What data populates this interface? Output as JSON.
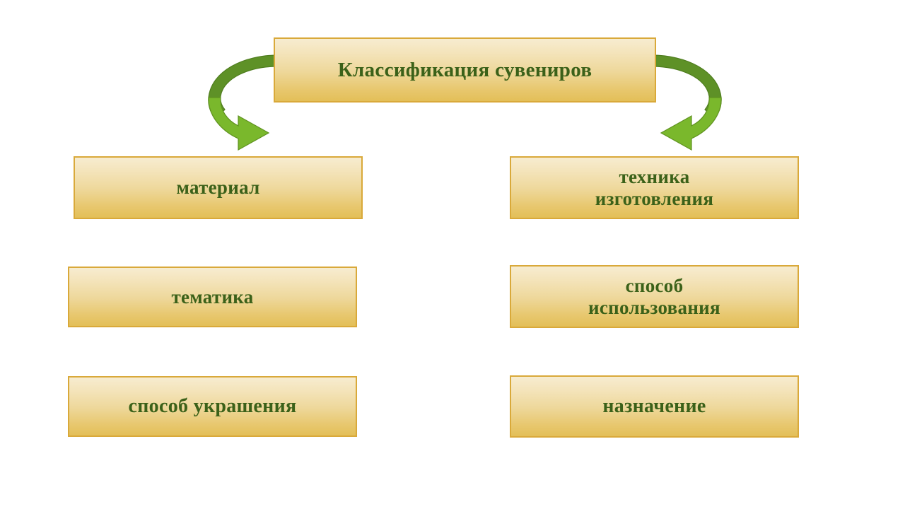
{
  "slide": {
    "title_box": {
      "label": "Классификация сувениров",
      "text_color": "#3b6119",
      "fill_top": "#f7ecd0",
      "fill_bottom": "#e3bf58",
      "border_color": "#d9a93a"
    },
    "background_color": "#ffffff",
    "accent_green_dark": "#5e9127",
    "accent_green_light": "#76b52b"
  },
  "arrows": [
    {
      "name": "arrow-left",
      "direction": "curved-down-right",
      "color_top": "#5e9127",
      "color_bottom": "#76b52b"
    },
    {
      "name": "arrow-right",
      "direction": "curved-down-left",
      "color_top": "#5e9127",
      "color_bottom": "#76b52b"
    }
  ],
  "columns": {
    "left": [
      {
        "key": "material",
        "label": "материал"
      },
      {
        "key": "theme",
        "label": "тематика"
      },
      {
        "key": "decoration",
        "label": "способ украшения"
      }
    ],
    "right": [
      {
        "key": "technique",
        "label": "техника\nизготовления"
      },
      {
        "key": "usage",
        "label": "способ\nиспользования"
      },
      {
        "key": "purpose",
        "label": "назначение"
      }
    ]
  }
}
